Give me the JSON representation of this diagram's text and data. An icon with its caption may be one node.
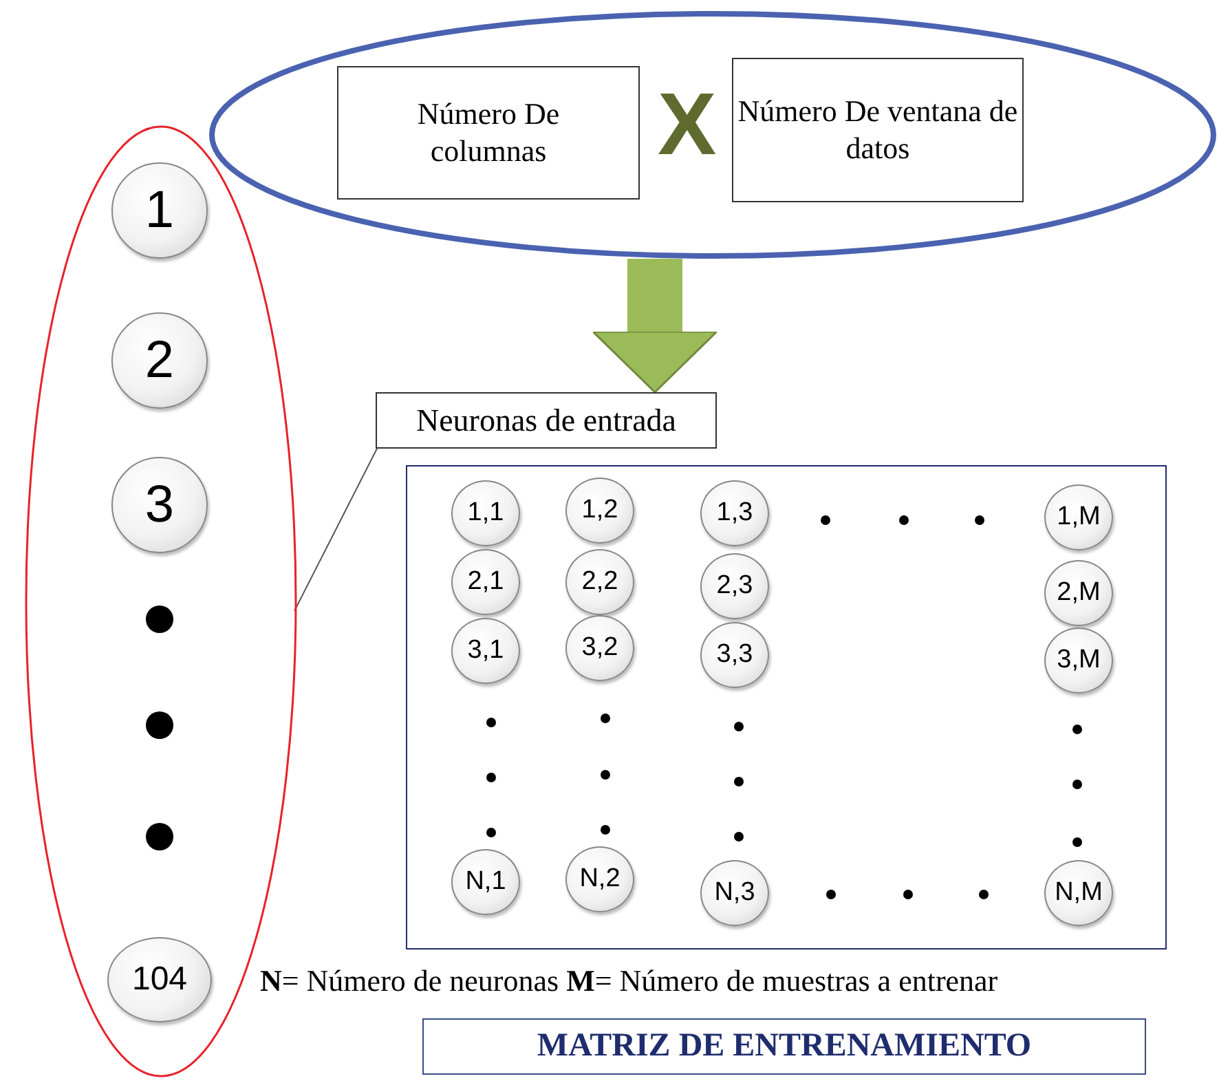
{
  "diagram": {
    "nodes": [
      {
        "text": [],
        "shape": "ellipse"
      },
      {
        "text": [
          "Número De columnas"
        ],
        "in": 0
      },
      {
        "text": [
          "Número De ventana de datos"
        ],
        "in": 0
      },
      {
        "text": [],
        "shape": "ellipse"
      },
      {
        "text": [
          "1"
        ],
        "in": 3
      },
      {
        "text": [
          "2"
        ],
        "in": 3
      },
      {
        "text": [
          "3"
        ],
        "in": 3
      },
      {
        "text": [
          "104"
        ],
        "in": 3
      },
      {
        "text": [
          "Neuronas de entrada"
        ]
      },
      {
        "text": [],
        "shape": "box"
      },
      {
        "text": [
          "1,1"
        ],
        "in": 9
      },
      {
        "text": [
          "1,2"
        ],
        "in": 9
      },
      {
        "text": [
          "1,3"
        ],
        "in": 9
      },
      {
        "text": [
          "1,M"
        ],
        "in": 9
      },
      {
        "text": [
          "2,1"
        ],
        "in": 9
      },
      {
        "text": [
          "2,2"
        ],
        "in": 9
      },
      {
        "text": [
          "2,3"
        ],
        "in": 9
      },
      {
        "text": [
          "2,M"
        ],
        "in": 9
      },
      {
        "text": [
          "3,1"
        ],
        "in": 9
      },
      {
        "text": [
          "3,2"
        ],
        "in": 9
      },
      {
        "text": [
          "3,3"
        ],
        "in": 9
      },
      {
        "text": [
          "3,M"
        ],
        "in": 9
      },
      {
        "text": [
          "N,1"
        ],
        "in": 9
      },
      {
        "text": [
          "N,2"
        ],
        "in": 9
      },
      {
        "text": [
          "N,3"
        ],
        "in": 9
      },
      {
        "text": [
          "N,M"
        ],
        "in": 9
      },
      {
        "text": [
          "MATRIZ DE ENTRENAMIENTO"
        ]
      }
    ],
    "edges": [
      {
        "from": 0,
        "to": 8,
        "arrow": "to",
        "style": "thick",
        "color": "#9bbb59"
      },
      {
        "from": 8,
        "to": 3,
        "arrow": "none",
        "color": "#555555"
      }
    ],
    "labels": [
      "X",
      "**N**= Número de neuronas **M**= Número de muestras a entrenar"
    ]
  }
}
